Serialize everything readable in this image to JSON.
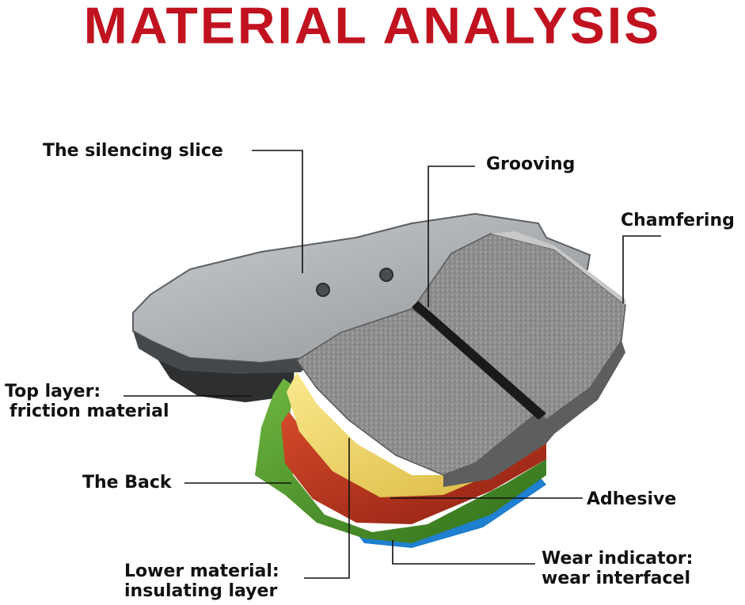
{
  "title": "MATERIAL ANALYSIS",
  "colors": {
    "title": "#c1121f",
    "friction_gray": "#8c8c8c",
    "backing_plate": "#6e7275",
    "layer_green": "#4e9a2e",
    "layer_yellow": "#f0d565",
    "layer_red": "#c2331f",
    "layer_blue": "#1f7fd0"
  },
  "labels": {
    "silencing_slice": "The silencing slice",
    "grooving": "Grooving",
    "chamfering": "Chamfering",
    "top_layer": [
      "Top layer:",
      "friction material"
    ],
    "the_back": "The Back",
    "adhesive": "Adhesive",
    "lower_material": [
      "Lower material:",
      "insulating layer"
    ],
    "wear_indicator": [
      "Wear indicator:",
      "wear interfacel"
    ]
  }
}
